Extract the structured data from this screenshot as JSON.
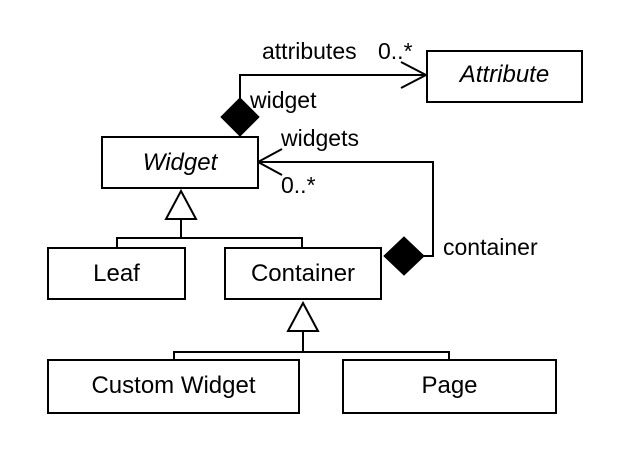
{
  "classes": {
    "attribute": {
      "name": "Attribute",
      "abstract": true
    },
    "widget": {
      "name": "Widget",
      "abstract": true
    },
    "leaf": {
      "name": "Leaf",
      "abstract": false
    },
    "container": {
      "name": "Container",
      "abstract": false
    },
    "custom_widget": {
      "name": "Custom Widget",
      "abstract": false
    },
    "page": {
      "name": "Page",
      "abstract": false
    }
  },
  "associations": {
    "attributes": {
      "kind": "composition",
      "source_role": "widget",
      "target_role": "attributes",
      "target_multiplicity": "0..*"
    },
    "widgets": {
      "kind": "composition",
      "source_role": "container",
      "target_role": "widgets",
      "target_multiplicity": "0..*"
    }
  },
  "generalizations": [
    {
      "parent": "Widget",
      "children": [
        "Leaf",
        "Container"
      ]
    },
    {
      "parent": "Container",
      "children": [
        "Custom Widget",
        "Page"
      ]
    }
  ]
}
